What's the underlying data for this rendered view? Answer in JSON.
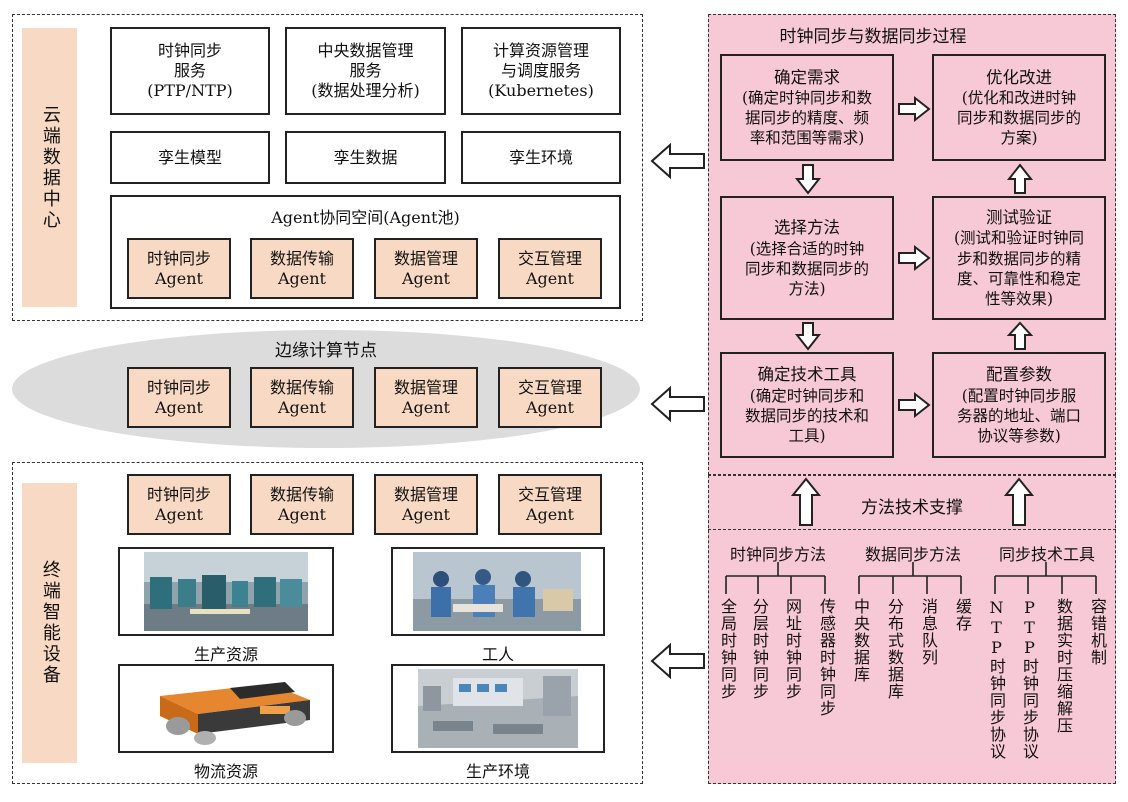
{
  "cloud": {
    "label": "云端数据中心",
    "services": [
      "时钟同步\n服务\n(PTP/NTP)",
      "中央数据管理\n服务\n(数据处理分析)",
      "计算资源管理\n与调度服务\n(Kubernetes)"
    ],
    "twins": [
      "孪生模型",
      "孪生数据",
      "孪生环境"
    ],
    "agent_space_title": "Agent协同空间(Agent池)",
    "agents": [
      "时钟同步\nAgent",
      "数据传输\nAgent",
      "数据管理\nAgent",
      "交互管理\nAgent"
    ]
  },
  "edge": {
    "label": "边缘计算节点",
    "agents": [
      "时钟同步\nAgent",
      "数据传输\nAgent",
      "数据管理\nAgent",
      "交互管理\nAgent"
    ]
  },
  "terminal": {
    "label": "终端智能设备",
    "agents": [
      "时钟同步\nAgent",
      "数据传输\nAgent",
      "数据管理\nAgent",
      "交互管理\nAgent"
    ],
    "resources": [
      "生产资源",
      "工人",
      "物流资源",
      "生产环境"
    ]
  },
  "process": {
    "title": "时钟同步与数据同步过程",
    "steps": {
      "determine_req": {
        "title": "确定需求",
        "body": "(确定时钟同步和数\n据同步的精度、频\n率和范围等需求)"
      },
      "optimize": {
        "title": "优化改进",
        "body": "(优化和改进时钟\n同步和数据同步的\n方案)"
      },
      "select_method": {
        "title": "选择方法",
        "body": "(选择合适的时钟\n同步和数据同步的\n方法)"
      },
      "test_verify": {
        "title": "测试验证",
        "body": "(测试和验证时钟同\n步和数据同步的精\n度、可靠性和稳定\n性等效果)"
      },
      "determine_tools": {
        "title": "确定技术工具",
        "body": "(确定时钟同步和\n数据同步的技术和\n工具)"
      },
      "configure": {
        "title": "配置参数",
        "body": "(配置时钟同步服\n务器的地址、端口\n协议等参数)"
      }
    }
  },
  "support": {
    "title": "方法技术支撑",
    "groups": [
      {
        "name": "时钟同步方法",
        "items": [
          "全局时钟同步",
          "分层时钟同步",
          "网址时钟同步",
          "传感器时钟同步"
        ]
      },
      {
        "name": "数据同步方法",
        "items": [
          "中央数据库",
          "分布式数据库",
          "消息队列",
          "缓存"
        ]
      },
      {
        "name": "同步技术工具",
        "items": [
          "NTP时钟同步协议",
          "PTP时钟同步协议",
          "数据实时压缩解压",
          "容错机制"
        ]
      }
    ]
  },
  "colors": {
    "pink": "#f7c9d6",
    "peach": "#f8d9c4",
    "ellipse": "#dcdcdc"
  }
}
